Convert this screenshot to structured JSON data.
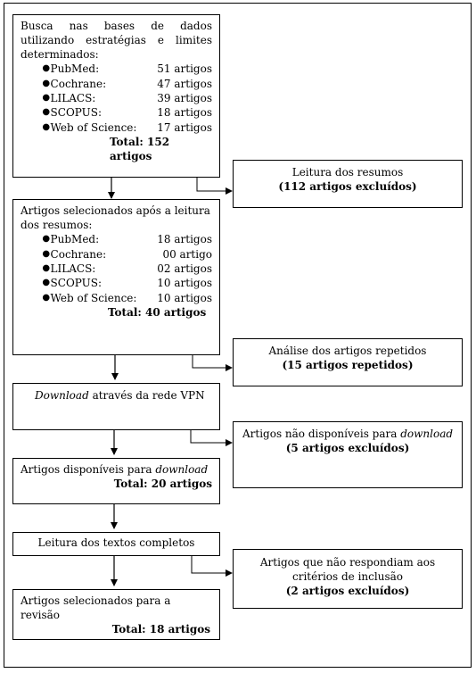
{
  "box1": {
    "text": "Busca nas bases de dados utilizando estratégias e limites determinados:",
    "items": [
      {
        "name": "PubMed:",
        "count": "51 artigos"
      },
      {
        "name": "Cochrane:",
        "count": "47 artigos"
      },
      {
        "name": "LILACS:",
        "count": "39 artigos"
      },
      {
        "name": "SCOPUS:",
        "count": "18 artigos"
      },
      {
        "name": "Web of Science:",
        "count": "17 artigos"
      }
    ],
    "total": "Total: 152 artigos"
  },
  "side1": {
    "line1": "Leitura dos resumos",
    "line2": "(112 artigos excluídos)"
  },
  "box2": {
    "text": "Artigos selecionados após a leitura dos resumos:",
    "items": [
      {
        "name": "PubMed:",
        "count": "18 artigos"
      },
      {
        "name": "Cochrane:",
        "count": "00 artigo"
      },
      {
        "name": "LILACS:",
        "count": "02 artigos"
      },
      {
        "name": "SCOPUS:",
        "count": "10 artigos"
      },
      {
        "name": "Web of Science:",
        "count": "10 artigos"
      }
    ],
    "total": "Total:  40 artigos"
  },
  "side2": {
    "line1": "Análise dos artigos repetidos",
    "line2": "(15 artigos repetidos)"
  },
  "box3": {
    "italic": "Download",
    "rest": " através da rede VPN"
  },
  "side3": {
    "line1": "Artigos não disponíveis para ",
    "line1_italic": "download",
    "line2": "(5 artigos excluídos)"
  },
  "box4": {
    "text": "Artigos disponíveis para ",
    "italic": "download",
    "total": "Total: 20 artigos"
  },
  "box5": {
    "text": "Leitura dos textos completos"
  },
  "side4": {
    "line1": "Artigos que não respondiam aos",
    "line2": "critérios de inclusão",
    "line3": "(2 artigos excluídos)"
  },
  "box6": {
    "text": "Artigos selecionados para a revisão",
    "total": "Total: 18 artigos"
  }
}
